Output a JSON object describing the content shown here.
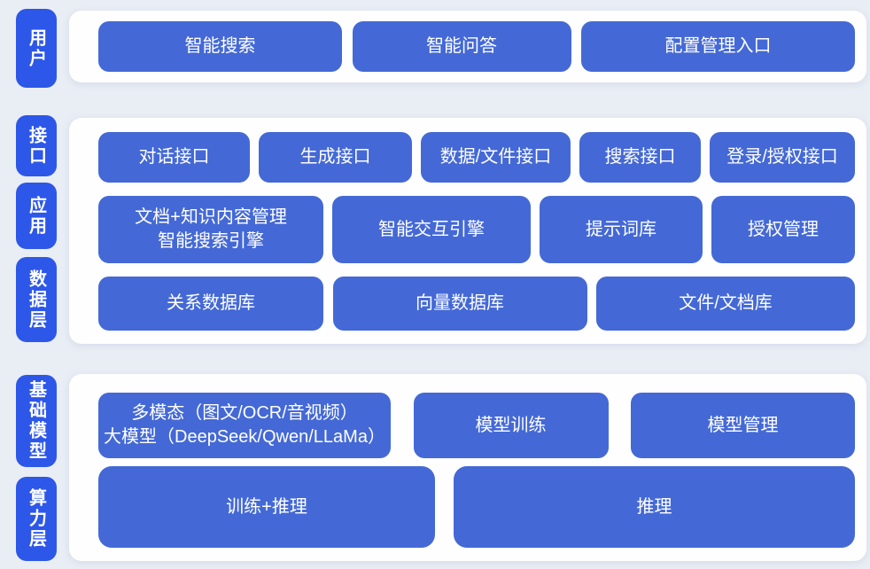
{
  "palette": {
    "background": "#e9edf4",
    "panel": "#fefeff",
    "layer_label_blue": "#2d57e8",
    "block_blue": "#4469d6",
    "text": "#ffffff"
  },
  "side_labels": [
    {
      "id": "user",
      "label": "用户"
    },
    {
      "id": "interface",
      "label": "接口"
    },
    {
      "id": "application",
      "label": "应用"
    },
    {
      "id": "data-layer",
      "label": "数据层"
    },
    {
      "id": "base-model",
      "label": "基础模型"
    },
    {
      "id": "compute-layer",
      "label": "算力层"
    }
  ],
  "rows": [
    {
      "name": "user-entries",
      "buttons": [
        {
          "label": "智能搜索"
        },
        {
          "label": "智能问答"
        },
        {
          "label": "配置管理入口"
        }
      ]
    },
    {
      "name": "interface-apis",
      "buttons": [
        {
          "label": "对话接口"
        },
        {
          "label": "生成接口"
        },
        {
          "label": "数据/文件接口"
        },
        {
          "label": "搜索接口"
        },
        {
          "label": "登录/授权接口"
        }
      ]
    },
    {
      "name": "application-modules",
      "buttons": [
        {
          "label": "文档+知识内容管理",
          "label2": "智能搜索引擎"
        },
        {
          "label": "智能交互引擎"
        },
        {
          "label": "提示词库"
        },
        {
          "label": "授权管理"
        }
      ]
    },
    {
      "name": "data-stores",
      "buttons": [
        {
          "label": "关系数据库"
        },
        {
          "label": "向量数据库"
        },
        {
          "label": "文件/文档库"
        }
      ]
    },
    {
      "name": "base-models",
      "buttons": [
        {
          "label": "多模态（图文/OCR/音视频）",
          "label2": "大模型（DeepSeek/Qwen/LLaMa）"
        },
        {
          "label": "模型训练"
        },
        {
          "label": "模型管理"
        }
      ]
    },
    {
      "name": "compute",
      "buttons": [
        {
          "label": "训练+推理"
        },
        {
          "label": "推理"
        }
      ]
    }
  ]
}
